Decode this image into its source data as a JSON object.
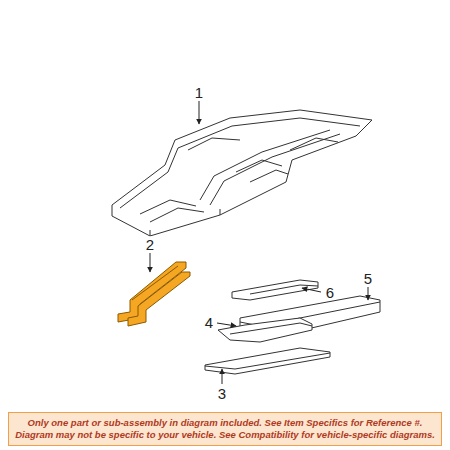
{
  "diagram": {
    "nodes": [
      {
        "text": [
          "Only one part or sub-assembly in diagram included. See Item Specifics for Reference #. Diagram may not be specific to your vehicle. See Compatibility for vehicle-specific diagrams."
        ]
      }
    ],
    "labels": [
      "1",
      "2",
      "3",
      "4",
      "5",
      "6"
    ]
  }
}
